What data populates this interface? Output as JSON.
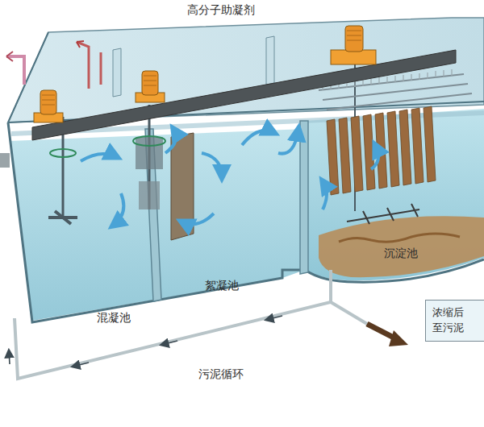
{
  "diagram": {
    "nodes": [
      {
        "text": [
          "浓缩后 至污泥"
        ]
      }
    ],
    "labels": [
      "高分子助凝剂",
      "沉淀池",
      "絮凝池",
      "混凝池",
      "污泥循环"
    ]
  }
}
